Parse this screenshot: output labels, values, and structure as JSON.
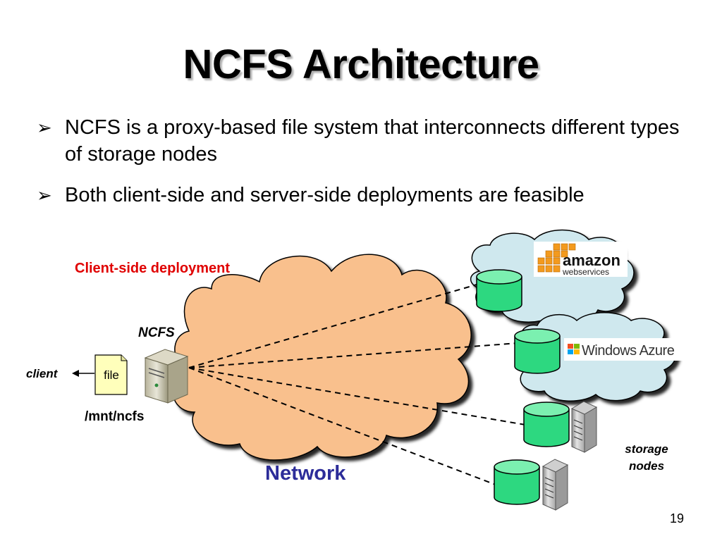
{
  "slide": {
    "title": "NCFS Architecture",
    "bullets": [
      "NCFS is a proxy-based file system that interconnects different types of storage nodes",
      "Both client-side and server-side deployments are feasible"
    ],
    "page_number": "19"
  },
  "diagram": {
    "deployment_label": "Client-side deployment",
    "ncfs_label": "NCFS",
    "client_label": "client",
    "file_label": "file",
    "mount_path": "/mnt/ncfs",
    "network_label": "Network",
    "amazon_logo_text": "amazon",
    "amazon_logo_subtext": "webservices",
    "azure_logo_text": "Windows Azure",
    "storage_nodes_label_line1": "storage",
    "storage_nodes_label_line2": "nodes"
  },
  "colors": {
    "network_cloud": "#f9c08d",
    "cloud_service": "#cfe8ee",
    "cylinder": "#2dd880",
    "deployment_label": "#e00000",
    "network_label": "#2c2c99"
  }
}
